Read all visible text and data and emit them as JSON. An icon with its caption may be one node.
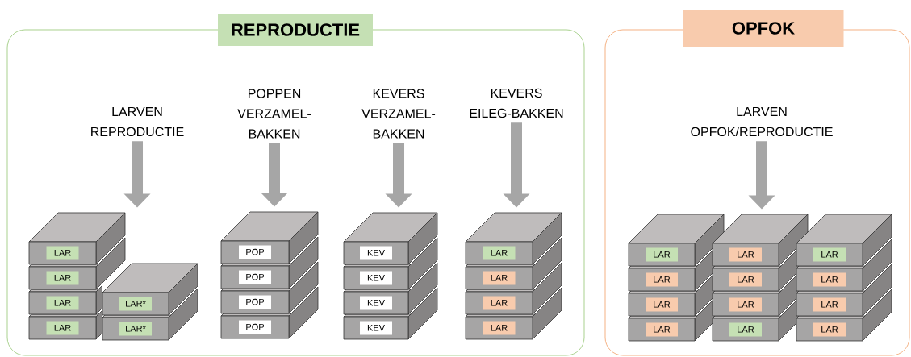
{
  "diagram": {
    "nodes": [
      {
        "text": [
          "REPRODUCTIE"
        ]
      },
      {
        "text": [
          "LARVEN REPRODUCTIE"
        ],
        "in": 0
      },
      {
        "text": [
          "POPPEN VERZAMEL- BAKKEN"
        ],
        "in": 0
      },
      {
        "text": [
          "KEVERS VERZAMEL- BAKKEN"
        ],
        "in": 0
      },
      {
        "text": [
          "KEVERS EILEG-BAKKEN"
        ],
        "in": 0
      },
      {
        "text": [
          "LAR"
        ],
        "in": 0
      },
      {
        "text": [
          "LAR"
        ],
        "in": 0
      },
      {
        "text": [
          "LAR"
        ],
        "in": 0
      },
      {
        "text": [
          "LAR"
        ],
        "in": 0
      },
      {
        "text": [
          "LAR*"
        ],
        "in": 0
      },
      {
        "text": [
          "LAR*"
        ],
        "in": 0
      },
      {
        "text": [
          "POP"
        ],
        "in": 0
      },
      {
        "text": [
          "POP"
        ],
        "in": 0
      },
      {
        "text": [
          "POP"
        ],
        "in": 0
      },
      {
        "text": [
          "POP"
        ],
        "in": 0
      },
      {
        "text": [
          "KEV"
        ],
        "in": 0
      },
      {
        "text": [
          "KEV"
        ],
        "in": 0
      },
      {
        "text": [
          "KEV"
        ],
        "in": 0
      },
      {
        "text": [
          "KEV"
        ],
        "in": 0
      },
      {
        "text": [
          "LAR"
        ],
        "in": 0
      },
      {
        "text": [
          "LAR"
        ],
        "in": 0
      },
      {
        "text": [
          "LAR"
        ],
        "in": 0
      },
      {
        "text": [
          "LAR"
        ],
        "in": 0
      },
      {
        "text": [
          "OPFOK"
        ]
      },
      {
        "text": [
          "LARVEN OPFOK/REPRODUCTIE"
        ],
        "in": 23
      },
      {
        "text": [
          "LAR"
        ],
        "in": 23
      },
      {
        "text": [
          "LAR"
        ],
        "in": 23
      },
      {
        "text": [
          "LAR"
        ],
        "in": 23
      },
      {
        "text": [
          "LAR"
        ],
        "in": 23
      },
      {
        "text": [
          "LAR"
        ],
        "in": 23
      },
      {
        "text": [
          "LAR"
        ],
        "in": 23
      },
      {
        "text": [
          "LAR"
        ],
        "in": 23
      },
      {
        "text": [
          "LAR"
        ],
        "in": 23
      },
      {
        "text": [
          "LAR"
        ],
        "in": 23
      },
      {
        "text": [
          "LAR"
        ],
        "in": 23
      },
      {
        "text": [
          "LAR"
        ],
        "in": 23
      },
      {
        "text": [
          "LAR"
        ],
        "in": 23
      }
    ],
    "edges": [
      {
        "from": 1,
        "to": 5,
        "arrow": "to"
      },
      {
        "from": 2,
        "to": 11,
        "arrow": "to"
      },
      {
        "from": 3,
        "to": 15,
        "arrow": "to"
      },
      {
        "from": 4,
        "to": 19,
        "arrow": "to"
      },
      {
        "from": 24,
        "to": 29,
        "arrow": "to"
      }
    ]
  }
}
